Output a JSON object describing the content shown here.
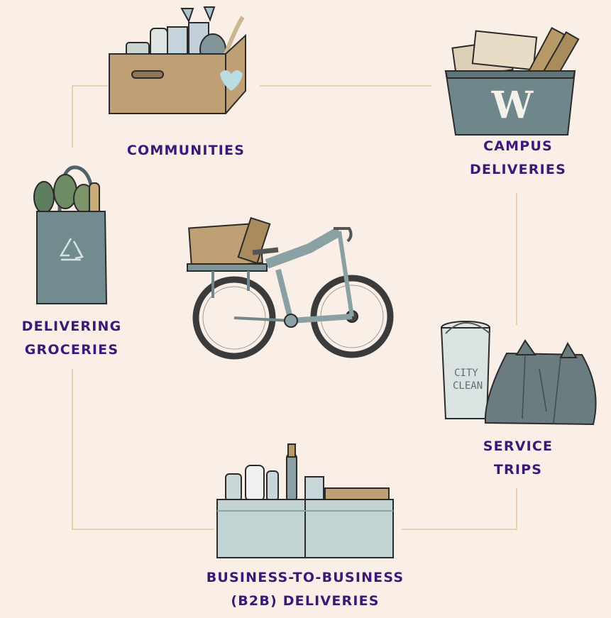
{
  "labels": {
    "communities": {
      "lines": [
        "COMMUNITIES"
      ]
    },
    "campus": {
      "lines": [
        "CAMPUS",
        "DELIVERIES"
      ]
    },
    "groceries": {
      "lines": [
        "DELIVERING",
        "GROCERIES"
      ]
    },
    "service": {
      "lines": [
        "SERVICE",
        "TRIPS"
      ]
    },
    "b2b": {
      "lines": [
        "BUSINESS-TO-BUSINESS",
        "(B2B) DELIVERIES"
      ]
    }
  },
  "crate_letter": "W",
  "bucket_text": [
    "CITY",
    "CLEAN"
  ],
  "colors": {
    "background": "#f9efe7",
    "label": "#3d1878",
    "connector": "#e3c99c",
    "slate": "#6f878b",
    "cardboard": "#bfa075",
    "outline": "#2b2b2b"
  },
  "icons": {
    "communities": "grocery-donation-box-icon",
    "campus": "campus-crate-icon",
    "groceries": "recycle-tote-bag-icon",
    "service": "trash-bucket-bags-icon",
    "b2b": "bottle-crate-icon",
    "center": "cargo-ebike-icon"
  }
}
